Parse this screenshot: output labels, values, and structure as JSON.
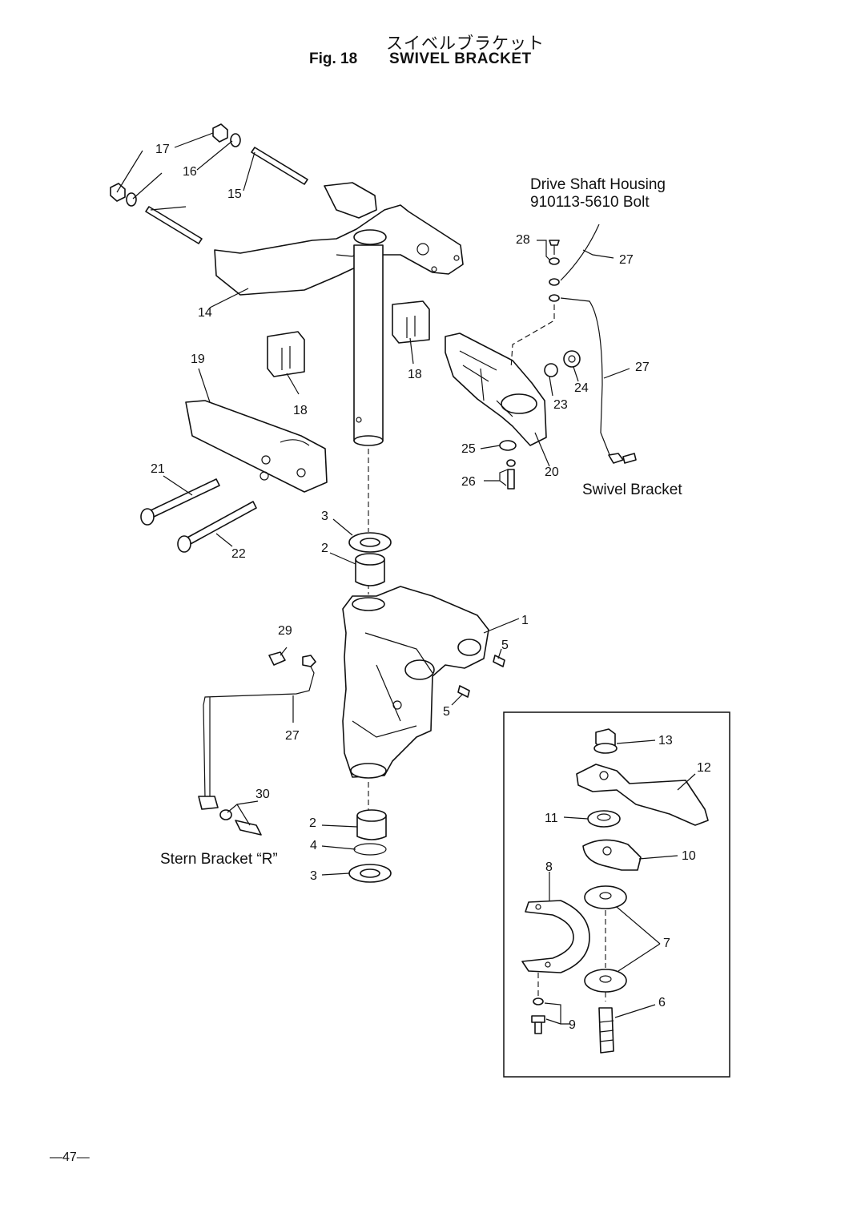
{
  "header": {
    "title_jp": "スイベルブラケット",
    "fig_label": "Fig. 18",
    "title": "SWIVEL BRACKET"
  },
  "notes": {
    "drive_shaft_line1": "Drive Shaft Housing",
    "drive_shaft_line2": "910113-5610 Bolt",
    "swivel_bracket": "Swivel Bracket",
    "stern_bracket": "Stern Bracket “R”"
  },
  "callouts": {
    "c1": "1",
    "c2a": "2",
    "c2b": "2",
    "c3a": "3",
    "c3b": "3",
    "c4": "4",
    "c5a": "5",
    "c5b": "5",
    "c6": "6",
    "c7": "7",
    "c8": "8",
    "c9": "9",
    "c10": "10",
    "c11": "11",
    "c12": "12",
    "c13": "13",
    "c14": "14",
    "c15": "15",
    "c16": "16",
    "c17": "17",
    "c18a": "18",
    "c18b": "18",
    "c19": "19",
    "c20": "20",
    "c21": "21",
    "c22": "22",
    "c23": "23",
    "c24": "24",
    "c25": "25",
    "c26": "26",
    "c27a": "27",
    "c27b": "27",
    "c27c": "27",
    "c28": "28",
    "c29": "29",
    "c30": "30"
  },
  "footer": {
    "page": "—47—"
  }
}
